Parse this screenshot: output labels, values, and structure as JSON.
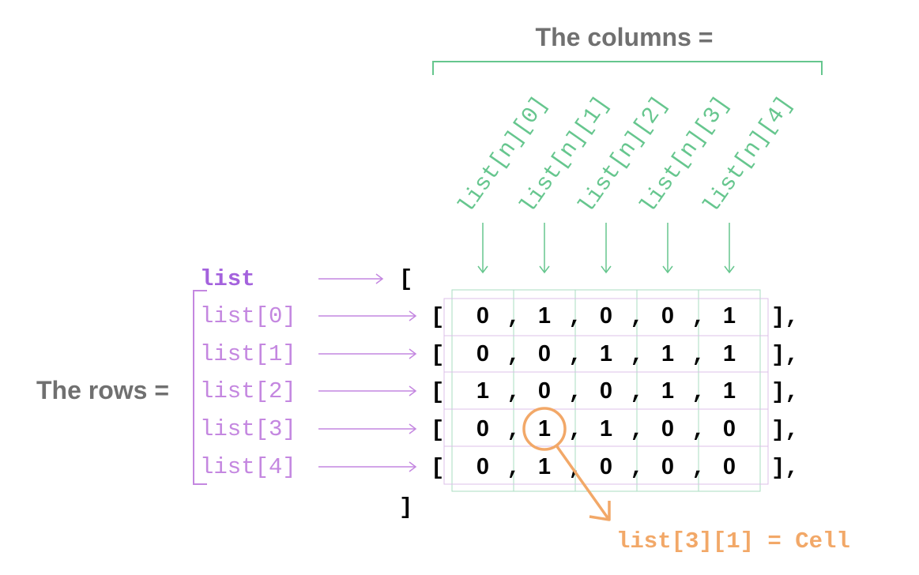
{
  "columns_label": "The columns =",
  "rows_label": "The rows =",
  "root_label": "list",
  "open_bracket": "[",
  "close_bracket": "]",
  "row_open": "[",
  "row_close": "],",
  "separator": ",",
  "column_labels": [
    "list[n][0]",
    "list[n][1]",
    "list[n][2]",
    "list[n][3]",
    "list[n][4]"
  ],
  "row_labels": [
    "list[0]",
    "list[1]",
    "list[2]",
    "list[3]",
    "list[4]"
  ],
  "matrix": [
    [
      "0",
      "1",
      "0",
      "0",
      "1"
    ],
    [
      "0",
      "0",
      "1",
      "1",
      "1"
    ],
    [
      "1",
      "0",
      "0",
      "1",
      "1"
    ],
    [
      "0",
      "1",
      "1",
      "0",
      "0"
    ],
    [
      "0",
      "1",
      "0",
      "0",
      "0"
    ]
  ],
  "highlight": {
    "row": 3,
    "col": 1,
    "label": "list[3][1] = Cell"
  },
  "colors": {
    "title": "#707070",
    "columns": "#66c68e",
    "rows": "#c487e0",
    "root": "#a462dd",
    "highlight": "#f2a868",
    "grid_columns": "#a8dcc0",
    "grid_rows": "#dcc0e8"
  }
}
